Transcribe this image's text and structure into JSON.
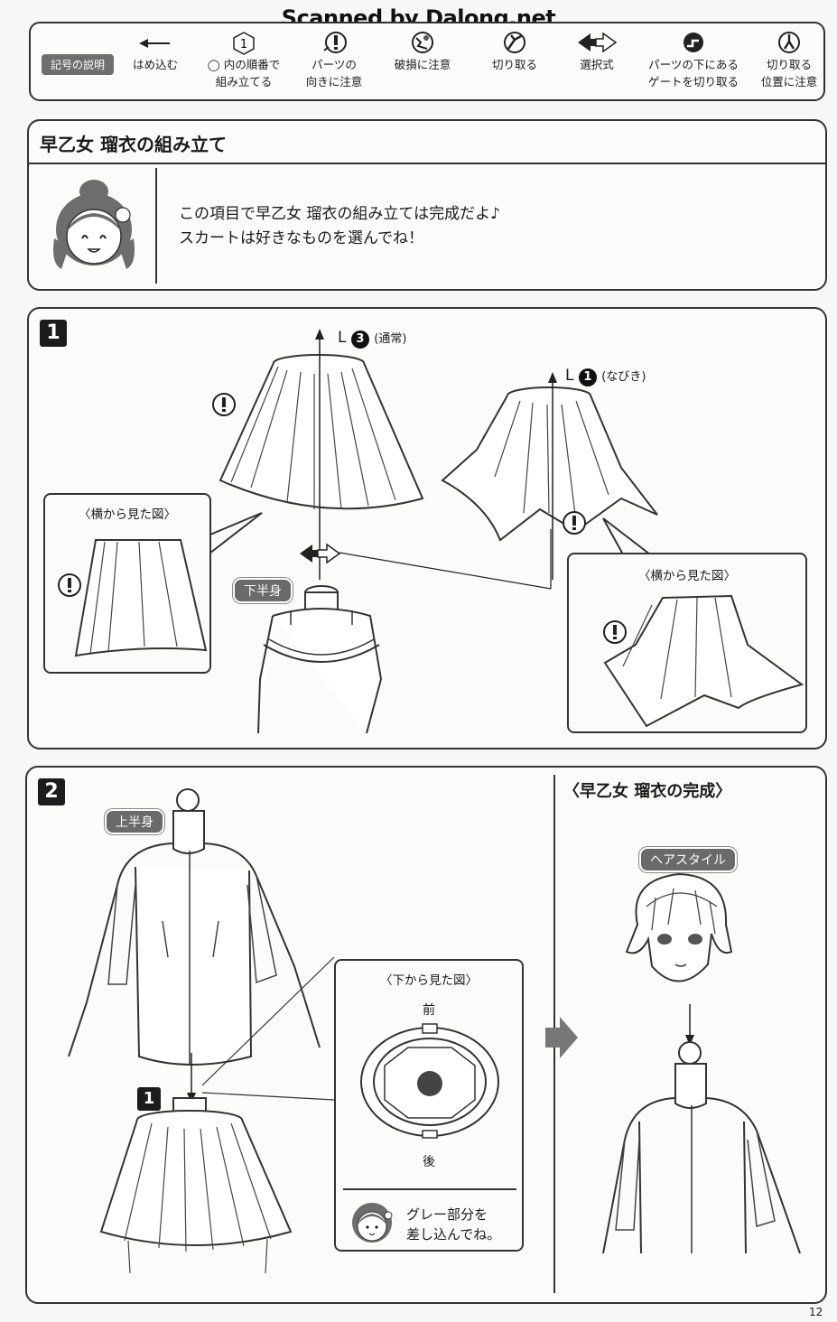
{
  "watermark": "Scanned by Dalong.net",
  "legend": {
    "title": "記号の説明",
    "items": [
      {
        "icon": "arrow-left-icon",
        "line1": "はめ込む",
        "line2": ""
      },
      {
        "icon": "hexagon-number-icon",
        "glyph": "1",
        "line1": "◯ 内の順番で",
        "line2": "組み立てる"
      },
      {
        "icon": "exclamation-caution-icon",
        "line1": "パーツの",
        "line2": "向きに注意"
      },
      {
        "icon": "break-caution-icon",
        "line1": "破損に注意",
        "line2": ""
      },
      {
        "icon": "nipper-cut-icon",
        "line1": "切り取る",
        "line2": ""
      },
      {
        "icon": "double-arrow-choice-icon",
        "line1": "選択式",
        "line2": ""
      },
      {
        "icon": "gate-under-part-icon",
        "line1": "パーツの下にある",
        "line2": "ゲートを切り取る"
      },
      {
        "icon": "cut-position-icon",
        "line1": "切り取る",
        "line2": "位置に注意"
      }
    ]
  },
  "header": {
    "title": "早乙女 瑠衣の組み立て",
    "message_line1": "この項目で早乙女 瑠衣の組み立ては完成だよ♪",
    "message_line2": "スカートは好きなものを選んでね！"
  },
  "step1": {
    "number": "1",
    "skirt_a": {
      "label": "L",
      "part_no": "3",
      "note": "(通常)"
    },
    "skirt_b": {
      "label": "L",
      "part_no": "1",
      "note": "(なびき)"
    },
    "side_view_a": "〈横から見た図〉",
    "side_view_b": "〈横から見た図〉",
    "lower_body_tag": "下半身"
  },
  "step2": {
    "number": "2",
    "upper_body_tag": "上半身",
    "ref_step": "1",
    "bottom_view_title": "〈下から見た図〉",
    "front": "前",
    "back": "後",
    "tip_line1": "グレー部分を",
    "tip_line2": "差し込んでね。",
    "complete_title": "〈早乙女 瑠衣の完成〉",
    "hairstyle_tag": "ヘアスタイル"
  },
  "page_number": "12"
}
